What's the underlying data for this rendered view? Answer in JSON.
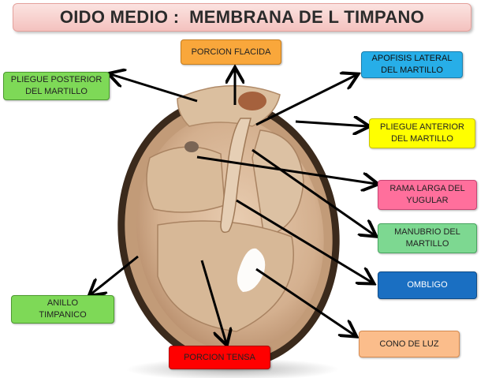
{
  "title": "OIDO MEDIO :  MEMBRANA DE L TIMPANO",
  "colors": {
    "title_bg": "#f4c2bf",
    "orange": "#f9a73b",
    "green": "#7ed957",
    "cyan": "#27aee8",
    "yellow": "#ffff00",
    "pink": "#ff6f9c",
    "mint": "#7dd891",
    "blue": "#1a6fc2",
    "red": "#ff0000",
    "light_orange": "#fbbd8b"
  },
  "labels": {
    "porcion_flacida": "PORCION FLACIDA",
    "pliegue_posterior": "PLIEGUE POSTERIOR\nDEL MARTILLO",
    "apofisis_lateral": "APOFISIS LATERAL\nDEL MARTILLO",
    "pliegue_anterior": "PLIEGUE  ANTERIOR\nDEL MARTILLO",
    "rama_larga": "RAMA LARGA DEL\nYUGULAR",
    "manubrio": "MANUBRIO DEL\nMARTILLO",
    "ombligo": "OMBLIGO",
    "anillo": "ANILLO\nTIMPANICO",
    "cono_luz": "CONO DE LUZ",
    "porcion_tensa": "PORCION TENSA"
  }
}
